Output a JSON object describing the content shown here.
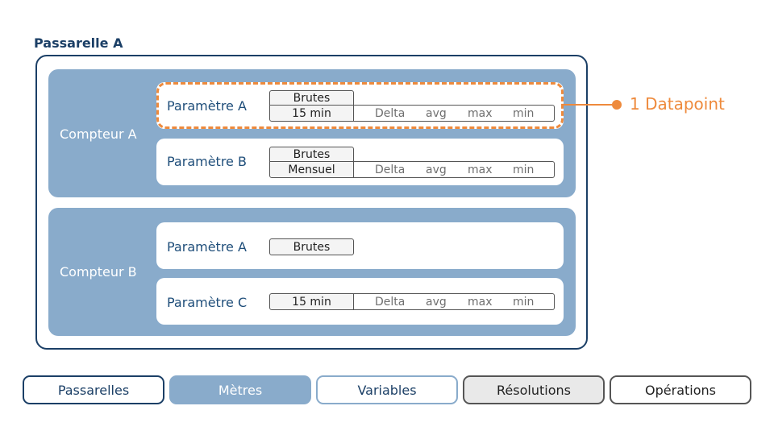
{
  "gateway": {
    "title": "Passarelle A"
  },
  "meters": [
    {
      "label": "Compteur A",
      "params": [
        {
          "label": "Paramètre A",
          "resolutions": [
            "Brutes",
            "15 min"
          ],
          "operations": [
            "Delta",
            "avg",
            "max",
            "min"
          ]
        },
        {
          "label": "Paramètre B",
          "resolutions": [
            "Brutes",
            "Mensuel"
          ],
          "operations": [
            "Delta",
            "avg",
            "max",
            "min"
          ]
        }
      ]
    },
    {
      "label": "Compteur B",
      "params": [
        {
          "label": "Paramètre A",
          "resolutions": [
            "Brutes"
          ]
        },
        {
          "label": "Paramètre C",
          "resolutions": [
            "15 min"
          ],
          "operations": [
            "Delta",
            "avg",
            "max",
            "min"
          ]
        }
      ]
    }
  ],
  "callout": {
    "label": "1 Datapoint"
  },
  "tabs": [
    {
      "label": "Passarelles"
    },
    {
      "label": "Mètres"
    },
    {
      "label": "Variables"
    },
    {
      "label": "Résolutions"
    },
    {
      "label": "Opérations"
    }
  ],
  "colors": {
    "navy": "#1b3f66",
    "meter_fill": "#89abcb",
    "accent_orange": "#ee8a3c",
    "neutral_border": "#555555"
  }
}
